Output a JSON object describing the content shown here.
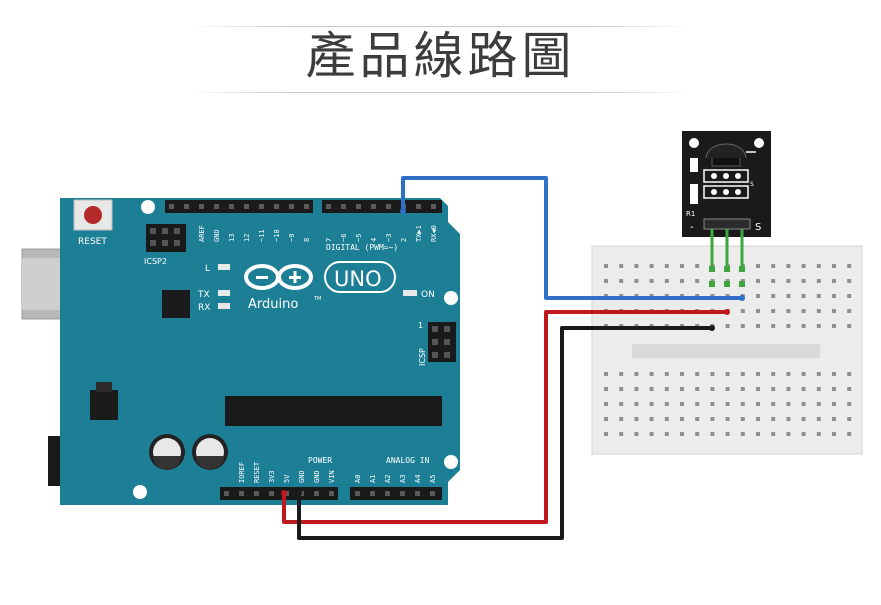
{
  "title": "產品線路圖",
  "board": {
    "reset": "RESET",
    "icsp2": "ICSP2",
    "icsp": "ICSP",
    "led_l": "L",
    "tx": "TX",
    "rx": "RX",
    "on": "ON",
    "brand": "Arduino",
    "tm": "TM",
    "model": "UNO",
    "digital": "DIGITAL (PWM=~)",
    "power": "POWER",
    "analog": "ANALOG IN",
    "icsp_pin1": "1",
    "digital_pins": [
      "AREF",
      "GND",
      "13",
      "12",
      "~11",
      "~10",
      "~9",
      "8",
      "7",
      "~6",
      "~5",
      "4",
      "~3",
      "2",
      "TX▶1",
      "RX◀0"
    ],
    "power_pins": [
      "IOREF",
      "RESET",
      "3V3",
      "5V",
      "GND",
      "GND",
      "VIN"
    ],
    "analog_pins": [
      "A0",
      "A1",
      "A2",
      "A3",
      "A4",
      "A5"
    ]
  },
  "module": {
    "s_label": "S",
    "r1_label": "R1",
    "minus_label": "-",
    "s_small": "S"
  },
  "colors": {
    "board": "#1d7f96",
    "signal_wire": "#2f6fc7",
    "vcc_wire": "#c0191d",
    "gnd_wire": "#1a1a1a",
    "sensor_leg": "#3fa63f",
    "breadboard": "#ececec"
  }
}
